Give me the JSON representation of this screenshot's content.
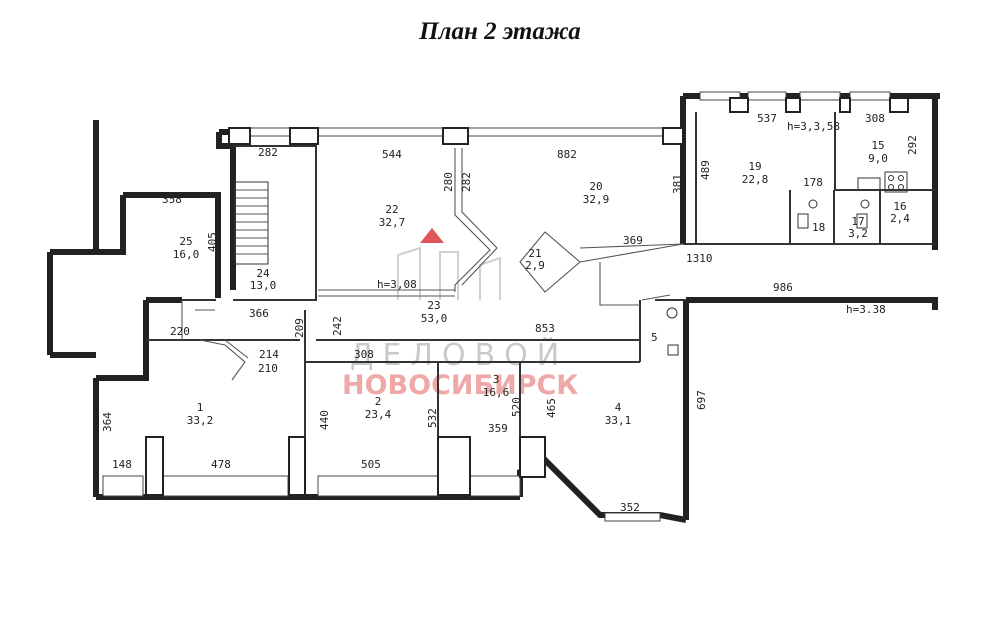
{
  "title": "План 2 этажа",
  "rooms": [
    {
      "id": "r1",
      "number": "1",
      "area": "33,2"
    },
    {
      "id": "r2",
      "number": "2",
      "area": "23,4"
    },
    {
      "id": "r3",
      "number": "3",
      "area": "16,6"
    },
    {
      "id": "r4",
      "number": "4",
      "area": "33,1"
    },
    {
      "id": "r15",
      "number": "15",
      "area": "9,0"
    },
    {
      "id": "r16",
      "number": "16",
      "area": "2,4"
    },
    {
      "id": "r17",
      "number": "17",
      "area": "3,2"
    },
    {
      "id": "r18",
      "number": "18",
      "area": ""
    },
    {
      "id": "r19",
      "number": "19",
      "area": "22,8"
    },
    {
      "id": "r20",
      "number": "20",
      "area": "32,9"
    },
    {
      "id": "r21",
      "number": "21",
      "area": "2,9"
    },
    {
      "id": "r22",
      "number": "22",
      "area": "32,7"
    },
    {
      "id": "r23",
      "number": "23",
      "area": "53,0"
    },
    {
      "id": "r24",
      "number": "24",
      "area": "13,0"
    },
    {
      "id": "r25",
      "number": "25",
      "area": "16,0"
    }
  ],
  "dimensions": [
    "282",
    "544",
    "882",
    "537",
    "308",
    "358",
    "405",
    "280",
    "282",
    "381",
    "489",
    "292",
    "178",
    "18",
    "369",
    "1310",
    "986",
    "366",
    "209",
    "242",
    "220",
    "214",
    "210",
    "308",
    "853",
    "5",
    "364",
    "440",
    "532",
    "520",
    "465",
    "697",
    "359",
    "148",
    "478",
    "505",
    "352"
  ],
  "heights": [
    "h=3,3,58",
    "h=3,08",
    "h=3.38"
  ],
  "watermark": {
    "line1": "ДЕЛОВОЙ",
    "line2": "НОВОСИБИРСК",
    "accent": "#e05555"
  }
}
